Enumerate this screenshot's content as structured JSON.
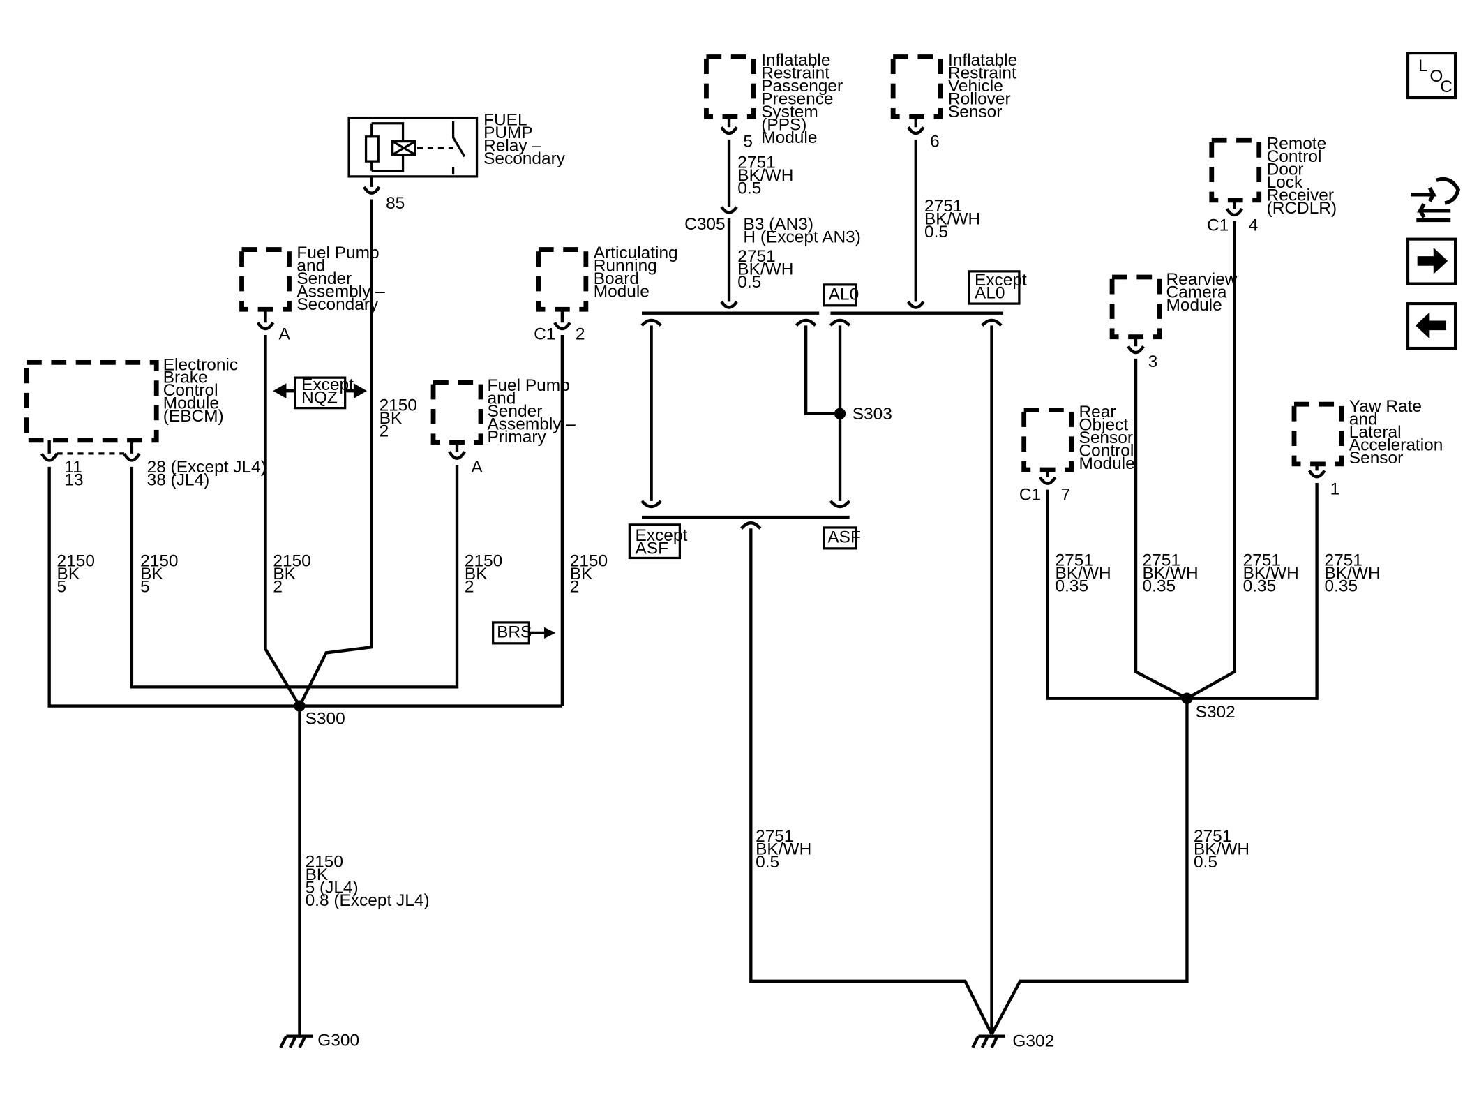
{
  "components": {
    "fuel_pump_relay": "FUEL\nPUMP\nRelay –\nSecondary",
    "fuel_pump_sender_secondary": "Fuel Pump\nand\nSender\nAssembly –\nSecondary",
    "articulating_running_board": "Articulating\nRunning\nBoard\nModule",
    "ebcm": "Electronic\nBrake\nControl\nModule\n(EBCM)",
    "fuel_pump_sender_primary": "Fuel Pump\nand\nSender\nAssembly –\nPrimary",
    "pps_module": "Inflatable\nRestraint\nPassenger\nPresence\nSystem\n(PPS)\nModule",
    "rollover_sensor": "Inflatable\nRestraint\nVehicle\nRollover\nSensor",
    "rcdlr": "Remote\nControl\nDoor\nLock\nReceiver\n(RCDLR)",
    "rearview_camera": "Rearview\nCamera\nModule",
    "rear_object_sensor": "Rear\nObject\nSensor\nControl\nModule",
    "yaw_rate_sensor": "Yaw Rate\nand\nLateral\nAcceleration\nSensor"
  },
  "pins": {
    "relay_85": "85",
    "fps_sec_a": "A",
    "arb_c1": "C1",
    "arb_2": "2",
    "ebcm_pins_a": "11\n13",
    "ebcm_pins_b": "28 (Except JL4)\n38 (JL4)",
    "fpp_a": "A",
    "pps_5": "5",
    "rollover_6": "6",
    "rcdlr_c1": "C1",
    "rcdlr_4": "4",
    "camera_3": "3",
    "ros_c1": "C1",
    "ros_7": "7",
    "yaw_1": "1"
  },
  "wires": {
    "w_relay": "2150\nBK\n2",
    "w_ebcm_a": "2150\nBK\n5",
    "w_ebcm_b": "2150\nBK\n5",
    "w_fps_sec": "2150\nBK\n2",
    "w_fpp": "2150\nBK\n2",
    "w_arb": "2150\nBK\n2",
    "w_s300_g300": "2150\nBK\n5 (JL4)\n0.8 (Except JL4)",
    "w_pps": "2751\nBK/WH\n0.5",
    "w_c305": "2751\nBK/WH\n0.5",
    "w_rollover": "2751\nBK/WH\n0.5",
    "w_g302_left": "2751\nBK/WH\n0.5",
    "w_ros": "2751\nBK/WH\n0.35",
    "w_camera": "2751\nBK/WH\n0.35",
    "w_rcdlr": "2751\nBK/WH\n0.35",
    "w_yaw": "2751\nBK/WH\n0.35",
    "w_s302_g302": "2751\nBK/WH\n0.5"
  },
  "connectors": {
    "c305": "C305",
    "c305_pins": "B3 (AN3)\nH (Except AN3)"
  },
  "splices": {
    "s300": "S300",
    "s302": "S302",
    "s303": "S303"
  },
  "grounds": {
    "g300": "G300",
    "g302": "G302"
  },
  "options": {
    "except_nqz": "Except\nNQZ",
    "brs": "BRS",
    "al0": "AL0",
    "except_al0": "Except\nAL0",
    "except_asf": "Except\nASF",
    "asf": "ASF"
  },
  "nav": {
    "loc_letters": [
      "L",
      "O",
      "C"
    ],
    "icons": [
      "loc-icon",
      "harness-tool-icon",
      "next-arrow-icon",
      "prev-arrow-icon"
    ]
  }
}
